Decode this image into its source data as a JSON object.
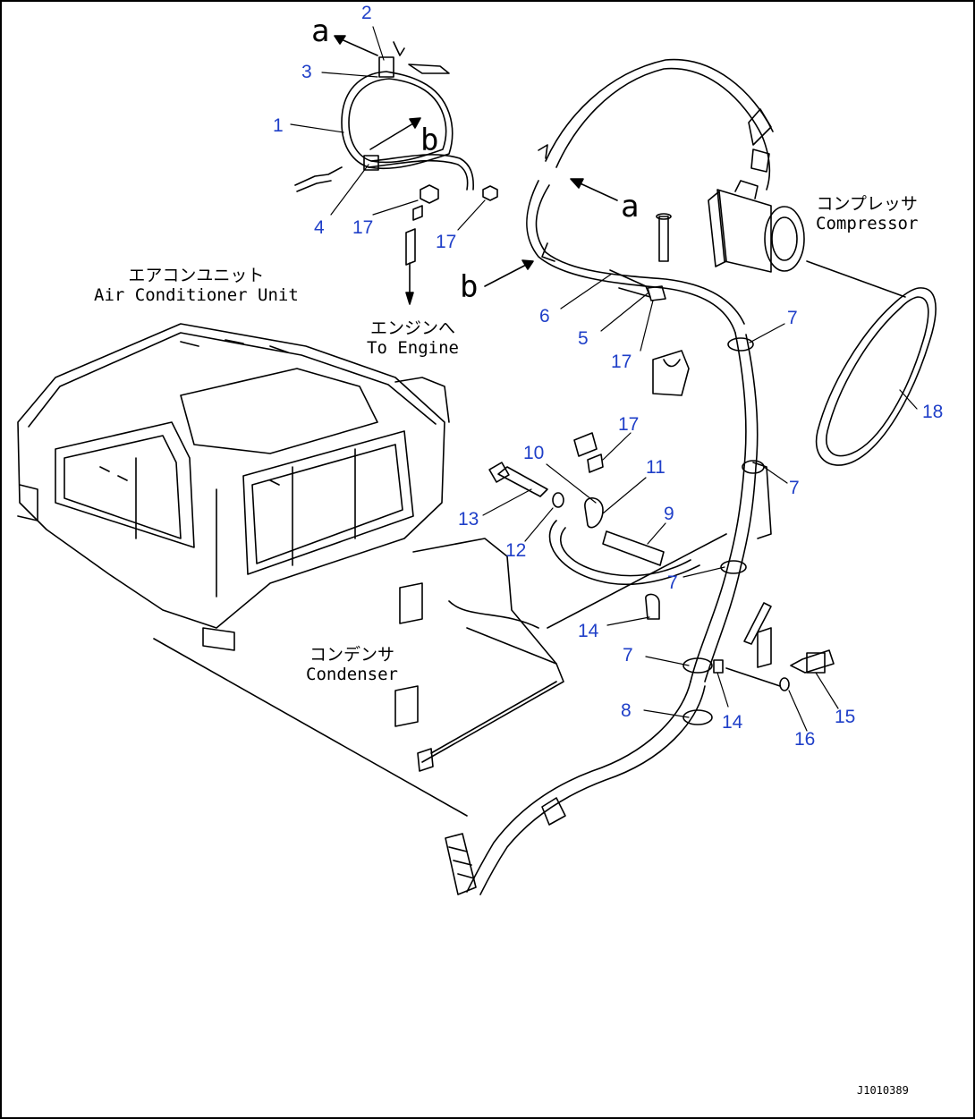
{
  "colors": {
    "label": "#1f3fc8",
    "line": "#000000",
    "background": "#ffffff"
  },
  "callouts": {
    "a_top": "a",
    "b_top": "b",
    "a_right": "a",
    "b_left": "b"
  },
  "captions": {
    "compressor_jp": "コンプレッサ",
    "compressor_en": "Compressor",
    "ac_unit_jp": "エアコンユニット",
    "ac_unit_en": "Air Conditioner Unit",
    "engine_jp": "エンジンへ",
    "engine_en": "To Engine",
    "condenser_jp": "コンデンサ",
    "condenser_en": "Condenser"
  },
  "part_numbers": {
    "p1": "1",
    "p2": "2",
    "p3": "3",
    "p4": "4",
    "p5": "5",
    "p6": "6",
    "p7a": "7",
    "p7b": "7",
    "p7c": "7",
    "p7d": "7",
    "p8": "8",
    "p9": "9",
    "p10": "10",
    "p11": "11",
    "p12": "12",
    "p13": "13",
    "p14a": "14",
    "p14b": "14",
    "p15": "15",
    "p16": "16",
    "p17a": "17",
    "p17b": "17",
    "p17c": "17",
    "p17d": "17",
    "p18": "18"
  },
  "drawing_number": "J1010389"
}
